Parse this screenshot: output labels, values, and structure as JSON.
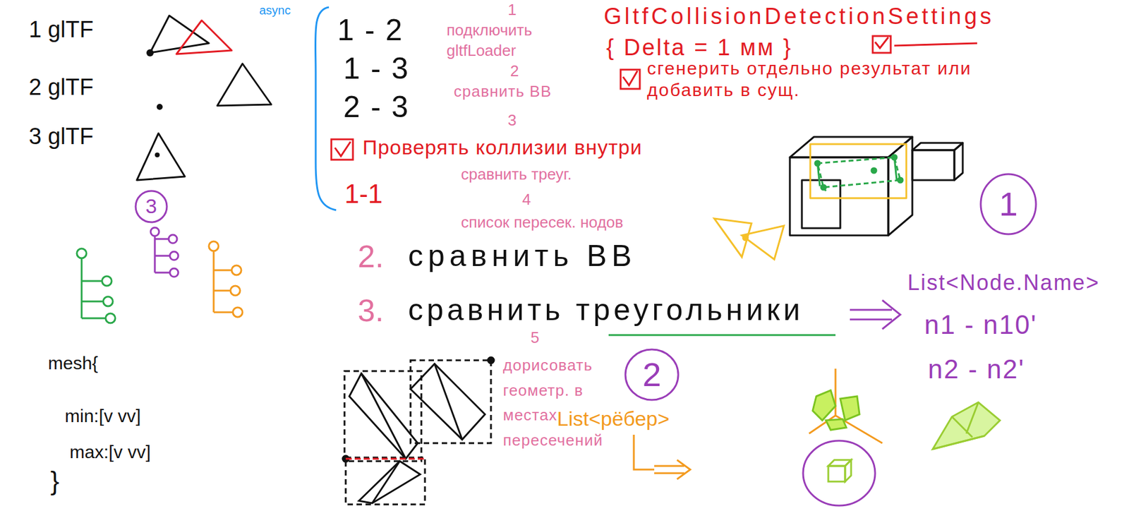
{
  "diagram": {
    "nodes": [
      {
        "text": [
          "3"
        ]
      },
      {
        "text": [
          "1"
        ]
      },
      {
        "text": [
          "2"
        ]
      }
    ],
    "labels": [
      "1 glTF",
      "2 glTF",
      "3 glTF",
      "async",
      "1 - 2",
      "1 - 3",
      "2 - 3",
      "Проверять коллизии внутри",
      "1-1",
      "1",
      "подключить gltfLoader",
      "2",
      "сравнить BB",
      "3",
      "сравнить треуг.",
      "4",
      "список пересек. нодов",
      "GltfCollisionDetectionSettings",
      "{ Delta = 1 мм }",
      "сгенерить отдельно результат или добавить в сущ.",
      "2.",
      "сравнить BB",
      "3.",
      "сравнить треугольники",
      "List<Node.Name>",
      "n1 - n10'",
      "n2 - n2'",
      "5",
      "дорисовать геометр. в местах пересечений",
      "List<рёбер>",
      "mesh{",
      "min:[v vv]",
      "max:[v vv]",
      "}"
    ]
  }
}
